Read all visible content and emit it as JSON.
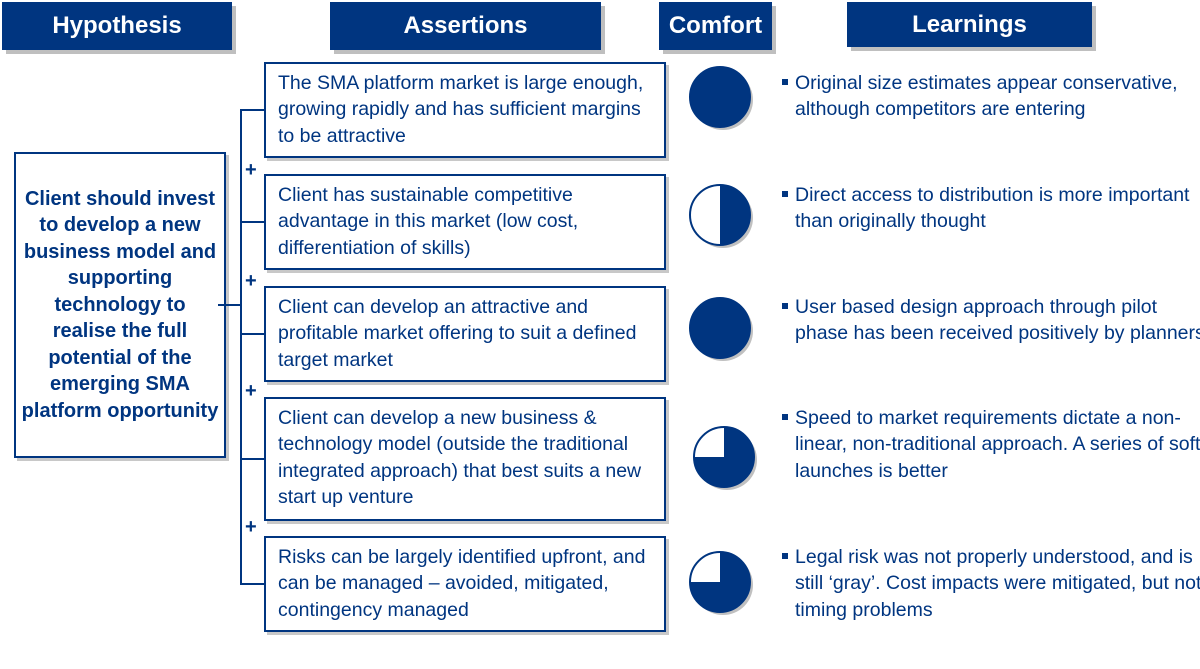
{
  "headers": {
    "hypothesis": "Hypothesis",
    "assertions": "Assertions",
    "comfort": "Comfort",
    "learnings": "Learnings"
  },
  "hypothesis": "Client should invest to develop a new business model and supporting technology to realise the full potential of the emerging SMA platform opportunity",
  "connector_symbol": "+",
  "colors": {
    "primary": "#003580"
  },
  "rows": [
    {
      "assertion": "The SMA platform market is large enough, growing rapidly and has sufficient margins to be attractive",
      "comfort": 1.0,
      "learning": "Original size estimates appear conservative, although competitors are entering"
    },
    {
      "assertion": "Client has sustainable competitive advantage in this market (low cost, differentiation of skills)",
      "comfort": 0.5,
      "learning": "Direct access to distribution is more important than originally thought"
    },
    {
      "assertion": "Client can develop an attractive and profitable market offering to suit a defined target market",
      "comfort": 1.0,
      "learning": "User based design approach through pilot phase has been received positively by planners"
    },
    {
      "assertion": "Client can develop a new business & technology model (outside the traditional integrated approach) that best suits a new start up venture",
      "comfort": 0.75,
      "learning": "Speed to market requirements dictate a non-linear, non-traditional approach.  A series of soft launches is better"
    },
    {
      "assertion": "Risks can be largely identified upfront, and can be managed – avoided, mitigated, contingency managed",
      "comfort": 0.75,
      "learning": "Legal risk was not properly understood, and is still ‘gray’.  Cost impacts were mitigated, but not timing problems"
    }
  ]
}
